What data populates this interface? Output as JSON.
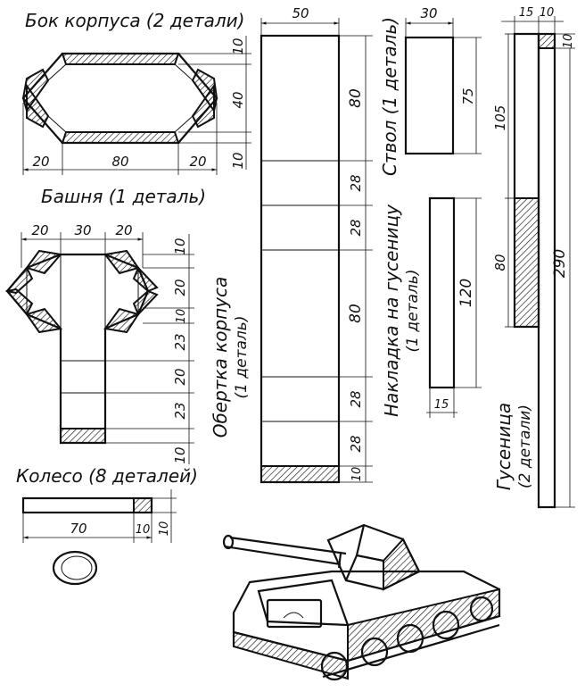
{
  "titles": {
    "body_side": "Бок корпуса (2 детали)",
    "turret": "Башня  (1 деталь)",
    "wheel": "Колесо (8 деталей)",
    "hull_wrap_1": "Обертка  корпуса",
    "hull_wrap_2": "(1 деталь)",
    "barrel": "Ствол (1 деталь)",
    "track_pad_1": "Накладка на гусеницу",
    "track_pad_2": "(1 деталь)",
    "track_1": "Гусеница",
    "track_2": "(2 детали)"
  },
  "dims": {
    "side_top": "10",
    "side_mid": "40",
    "side_bot": "10",
    "side_left": "20",
    "side_center": "80",
    "side_right": "20",
    "turret_w1": "20",
    "turret_w2": "30",
    "turret_w3": "20",
    "turret_v1": "10",
    "turret_v2": "20",
    "turret_v3": "10",
    "turret_v4": "23",
    "turret_v5": "20",
    "turret_v6": "23",
    "turret_v7": "10",
    "wheel_len": "70",
    "wheel_tab": "10",
    "wheel_h": "10",
    "wrap_w": "50",
    "wrap_1": "80",
    "wrap_2": "28",
    "wrap_3": "28",
    "wrap_4": "80",
    "wrap_5": "28",
    "wrap_6": "28",
    "wrap_7": "10",
    "barrel_w": "30",
    "barrel_h": "75",
    "pad_h": "120",
    "pad_w": "15",
    "track_w1": "15",
    "track_w2": "10",
    "track_top": "10",
    "track_105": "105",
    "track_80": "80",
    "track_290": "290"
  }
}
